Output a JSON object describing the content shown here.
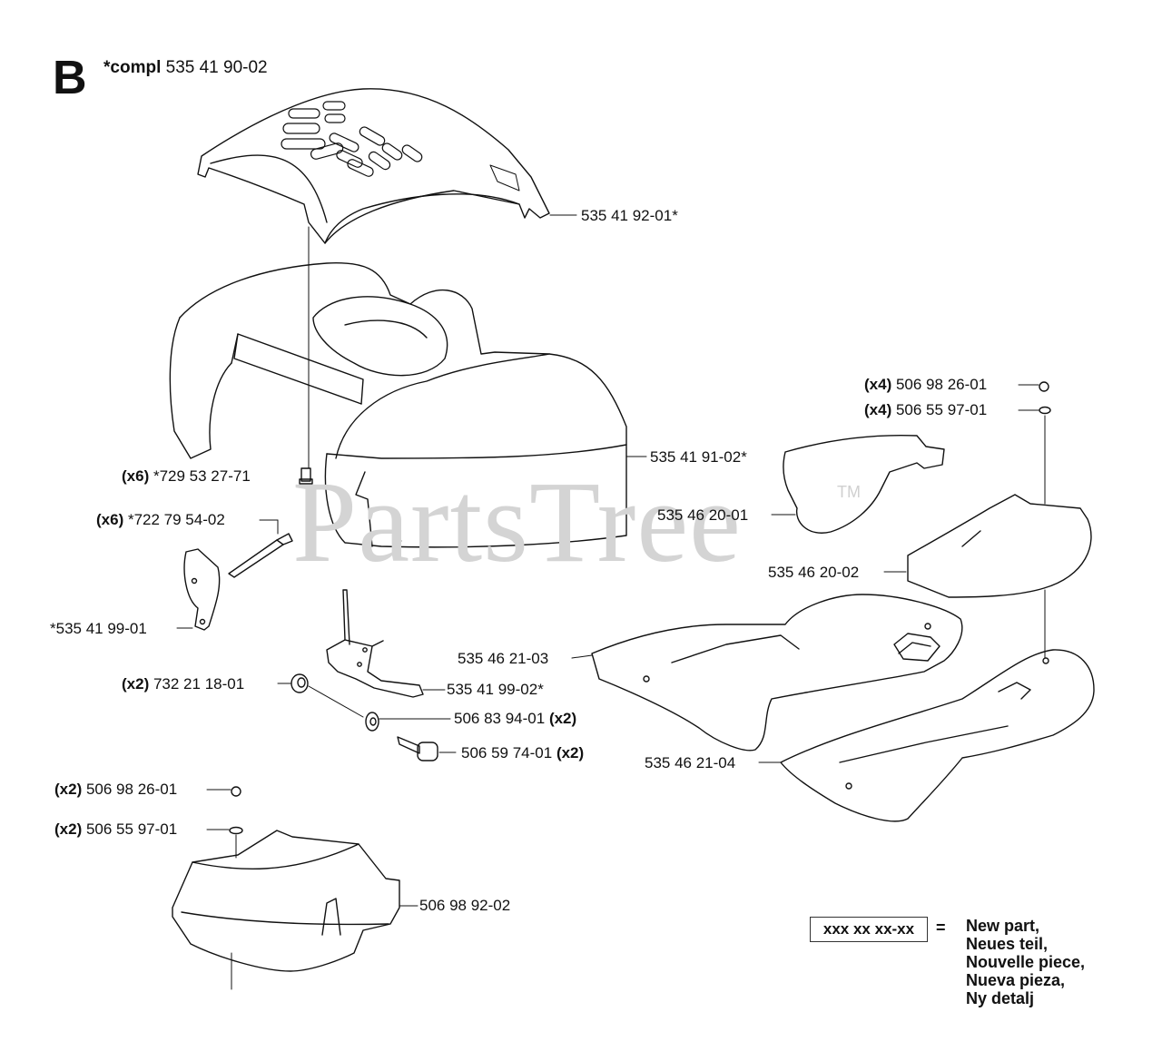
{
  "section": "B",
  "compl": {
    "prefix": "*compl",
    "number": "535 41 90-02"
  },
  "watermark": "PartsTree",
  "trademark": "TM",
  "callouts": [
    {
      "id": "top-cover",
      "qty": "",
      "number": "535 41 92-01*"
    },
    {
      "id": "hood",
      "qty": "",
      "number": "535 41 91-02*"
    },
    {
      "id": "screw-729",
      "qty": "(x6)",
      "number": "*729 53 27-71"
    },
    {
      "id": "rivet-722",
      "qty": "(x6)",
      "number": "*722 79 54-02"
    },
    {
      "id": "bracket-left",
      "qty": "",
      "number": "*535 41 99-01"
    },
    {
      "id": "nut-732",
      "qty": "(x2)",
      "number": "732 21 18-01"
    },
    {
      "id": "bracket-right",
      "qty": "",
      "number": "535 41 99-02*"
    },
    {
      "id": "washer-506-83",
      "qty": "(x2)",
      "number": "506 83 94-01"
    },
    {
      "id": "bolt-506-59",
      "qty": "(x2)",
      "number": "506 59 74-01"
    },
    {
      "id": "screw-right",
      "qty": "(x4)",
      "number": "506 98 26-01"
    },
    {
      "id": "washer-right",
      "qty": "(x4)",
      "number": "506 55 97-01"
    },
    {
      "id": "pad-small",
      "qty": "",
      "number": "535 46 20-01"
    },
    {
      "id": "pad-medium",
      "qty": "",
      "number": "535 46 20-02"
    },
    {
      "id": "mat-left",
      "qty": "",
      "number": "535 46 21-03"
    },
    {
      "id": "mat-right",
      "qty": "",
      "number": "535 46 21-04"
    },
    {
      "id": "screw-box",
      "qty": "(x2)",
      "number": "506 98 26-01"
    },
    {
      "id": "washer-box",
      "qty": "(x2)",
      "number": "506 55 97-01"
    },
    {
      "id": "box-cover",
      "qty": "",
      "number": "506 98 92-02"
    }
  ],
  "legend": {
    "box": "xxx xx xx-xx",
    "equals": "=",
    "lines": [
      "New part,",
      "Neues teil,",
      "Nouvelle piece,",
      "Nueva pieza,",
      "Ny detalj"
    ]
  }
}
